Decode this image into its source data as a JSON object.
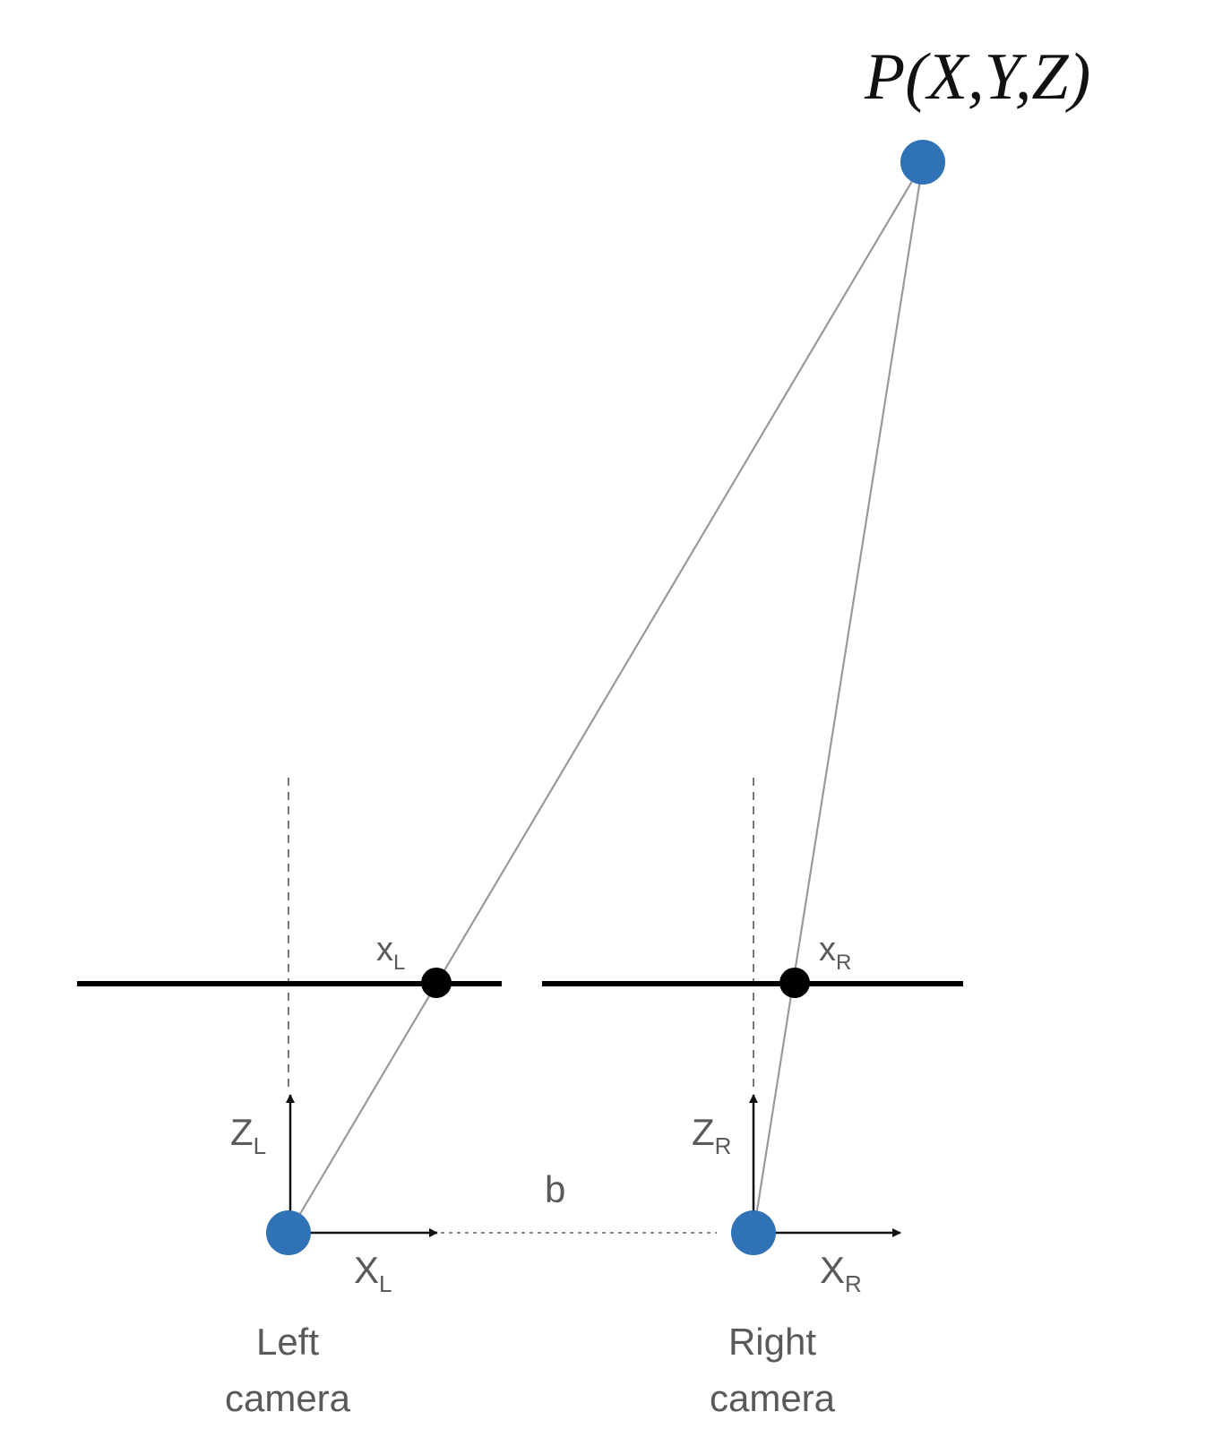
{
  "point": {
    "label": "P(X,Y,Z)",
    "color": "#2f72b6"
  },
  "left": {
    "image_point_label": "x",
    "image_point_sub": "L",
    "z_axis_label": "Z",
    "z_axis_sub": "L",
    "x_axis_label": "X",
    "x_axis_sub": "L",
    "camera_line1": "Left",
    "camera_line2": "camera"
  },
  "right": {
    "image_point_label": "x",
    "image_point_sub": "R",
    "z_axis_label": "Z",
    "z_axis_sub": "R",
    "x_axis_label": "X",
    "x_axis_sub": "R",
    "camera_line1": "Right",
    "camera_line2": "camera"
  },
  "baseline": {
    "label": "b"
  },
  "colors": {
    "camera_center": "#2f72b6",
    "ray": "#999999",
    "image_plane": "#000000",
    "image_point": "#000000",
    "axis": "#111111"
  }
}
